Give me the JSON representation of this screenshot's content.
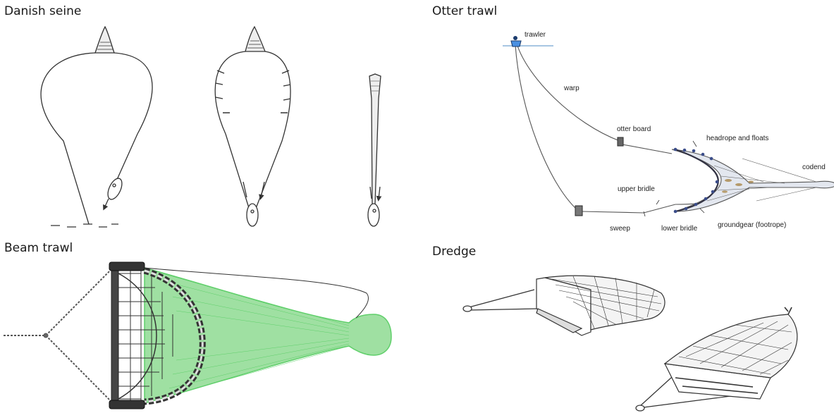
{
  "panels": {
    "danish_seine": {
      "title": "Danish seine"
    },
    "otter_trawl": {
      "title": "Otter trawl",
      "labels": {
        "trawler": "trawler",
        "warp": "warp",
        "otter_board": "otter board",
        "headrope": "headrope and floats",
        "codend": "codend",
        "upper_bridle": "upper bridle",
        "sweep": "sweep",
        "lower_bridle": "lower bridle",
        "groundgear": "groundgear (footrope)"
      }
    },
    "beam_trawl": {
      "title": "Beam trawl"
    },
    "dredge": {
      "title": "Dredge"
    }
  },
  "colors": {
    "net_green": "#5fcf6a",
    "net_green_fill": "#9fe0a2",
    "line": "#333333",
    "water": "#8ab4d8"
  }
}
